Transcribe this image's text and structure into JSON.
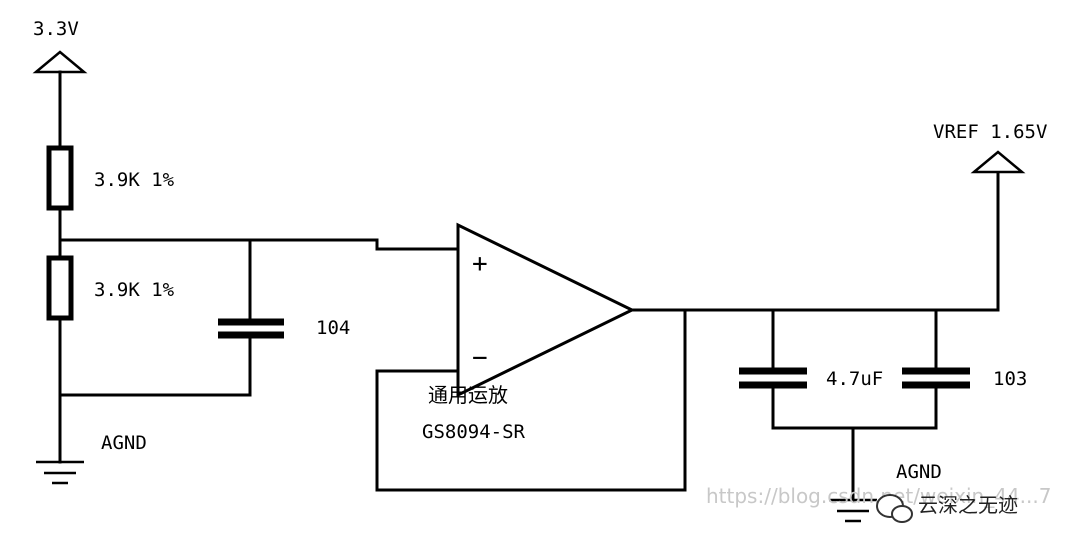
{
  "labels": {
    "supply": "3.3V",
    "vref": "VREF 1.65V",
    "r_top": "3.9K 1%",
    "r_bottom": "3.9K 1%",
    "cap_filter": "104",
    "cap_bulk": "4.7uF",
    "cap_bypass": "103",
    "agnd_left": "AGND",
    "agnd_right": "AGND",
    "opamp_name": "通用运放",
    "opamp_part": "GS8094-SR",
    "plus_sign": "+",
    "minus_sign": "−"
  },
  "watermark": {
    "url": "https://blog.csdn.net/weixin_44...7",
    "account": "云深之无迹"
  }
}
